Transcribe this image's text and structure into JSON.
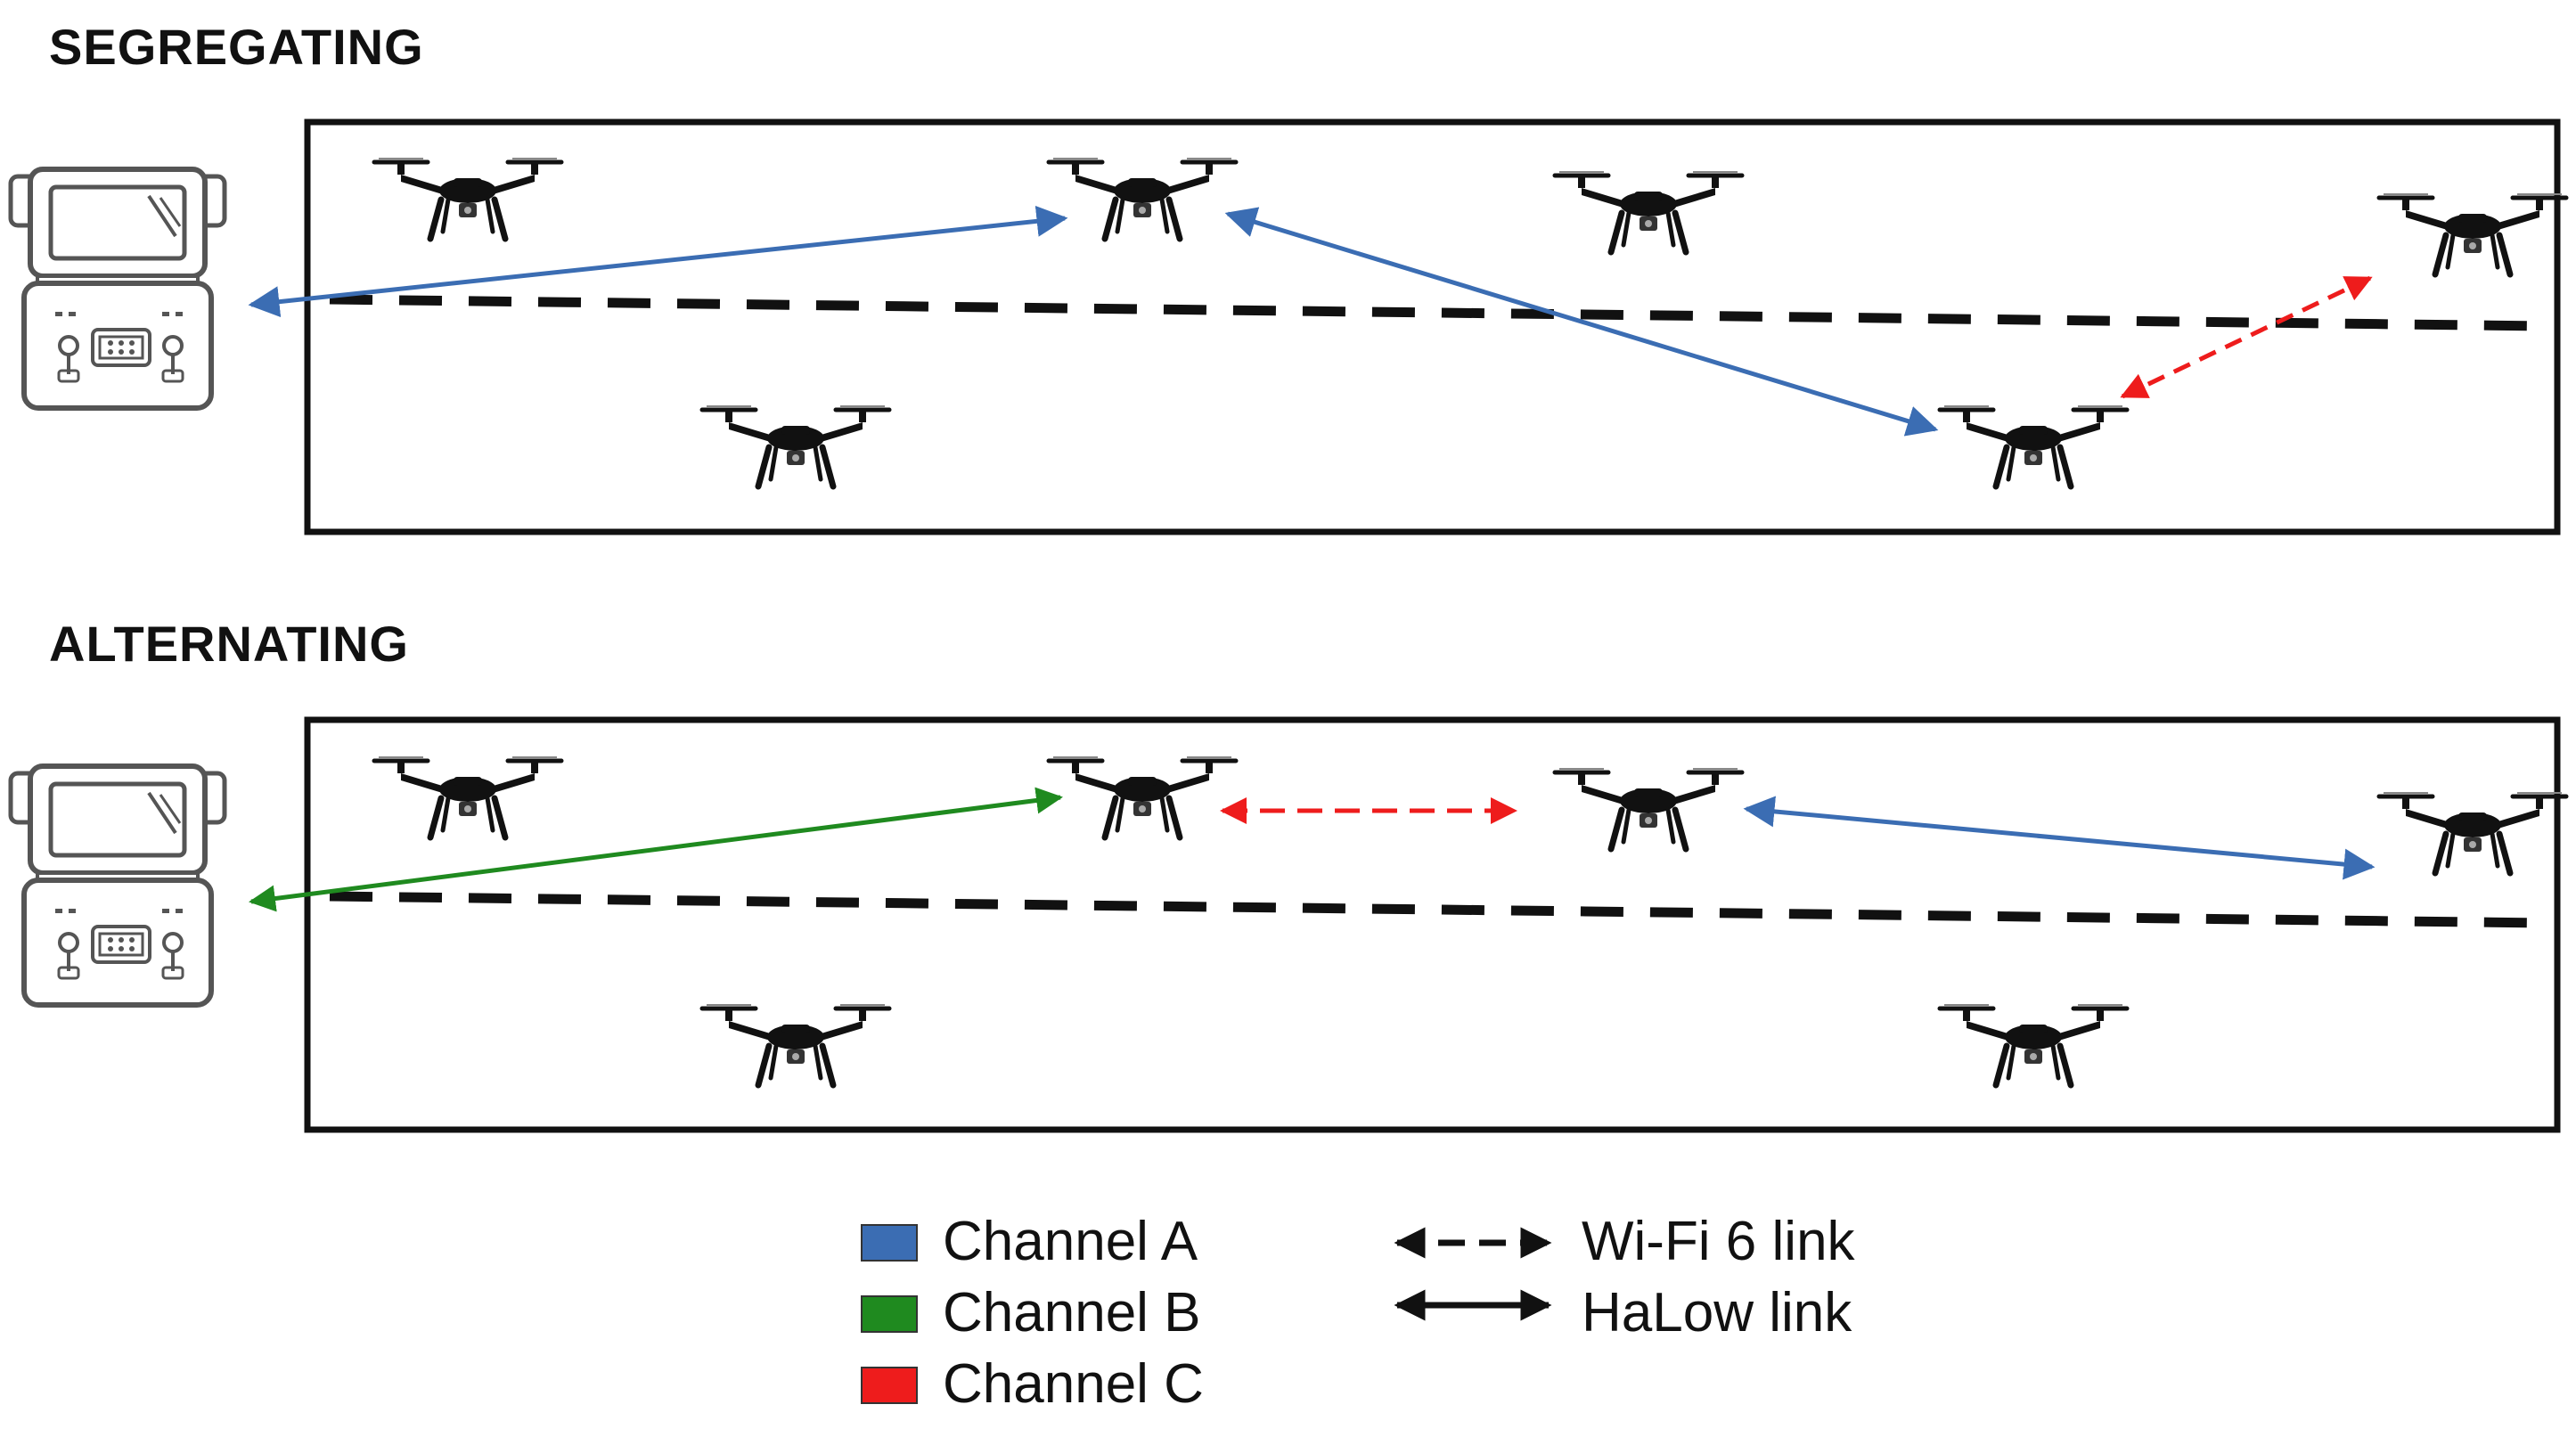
{
  "panels": [
    {
      "title": "SEGREGATING",
      "links": [
        {
          "from": "controller",
          "to": "drone-2",
          "channel": "A",
          "type": "halow"
        },
        {
          "from": "drone-2",
          "to": "drone-6",
          "channel": "A",
          "type": "halow"
        },
        {
          "from": "drone-6",
          "to": "drone-4",
          "channel": "C",
          "type": "wifi6"
        }
      ]
    },
    {
      "title": "ALTERNATING",
      "links": [
        {
          "from": "controller",
          "to": "drone-2",
          "channel": "B",
          "type": "halow"
        },
        {
          "from": "drone-2",
          "to": "drone-3",
          "channel": "C",
          "type": "wifi6"
        },
        {
          "from": "drone-3",
          "to": "drone-4",
          "channel": "A",
          "type": "halow"
        }
      ]
    }
  ],
  "legend": {
    "channels": [
      {
        "label": "Channel A",
        "color": "#3b6db3"
      },
      {
        "label": "Channel B",
        "color": "#1f8a1f"
      },
      {
        "label": "Channel C",
        "color": "#ee1c1c"
      }
    ],
    "links": [
      {
        "label": "Wi-Fi 6 link",
        "style": "dashed"
      },
      {
        "label": "HaLow link",
        "style": "solid"
      }
    ]
  },
  "icons": {
    "drone": "quadcopter-drone-icon",
    "controller": "ground-control-station-icon"
  }
}
